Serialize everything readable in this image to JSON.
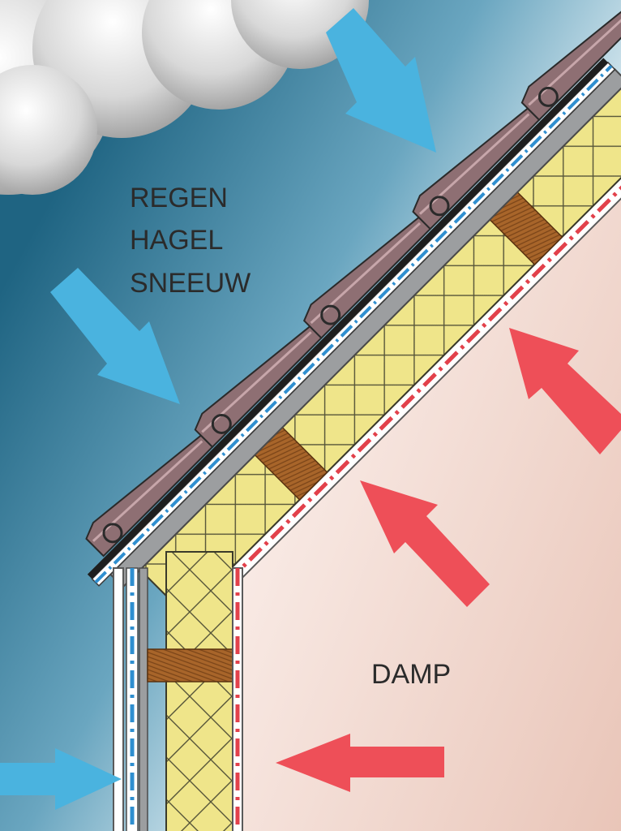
{
  "labels": {
    "outside_line1": "REGEN",
    "outside_line2": "HAGEL",
    "outside_line3": "SNEEUW",
    "inside": "DAMP"
  },
  "colors": {
    "sky_dark": "#2a6f8d",
    "sky_mid": "#7fb0c6",
    "interior": "#f0d2c8",
    "insulation": "#efe58a",
    "insulation_hatch": "#3a3a2a",
    "timber": "#a8652a",
    "tile": "#8e6f73",
    "rain_arrow": "#4ab3df",
    "vapour_arrow": "#ee4f58",
    "outer_membrane_dash": "#2f8fd0",
    "inner_membrane_dash": "#e2414b"
  },
  "icons": {
    "cloud": "cloud-icon",
    "rain_arrow": "arrow-icon",
    "vapour_arrow": "arrow-icon"
  }
}
